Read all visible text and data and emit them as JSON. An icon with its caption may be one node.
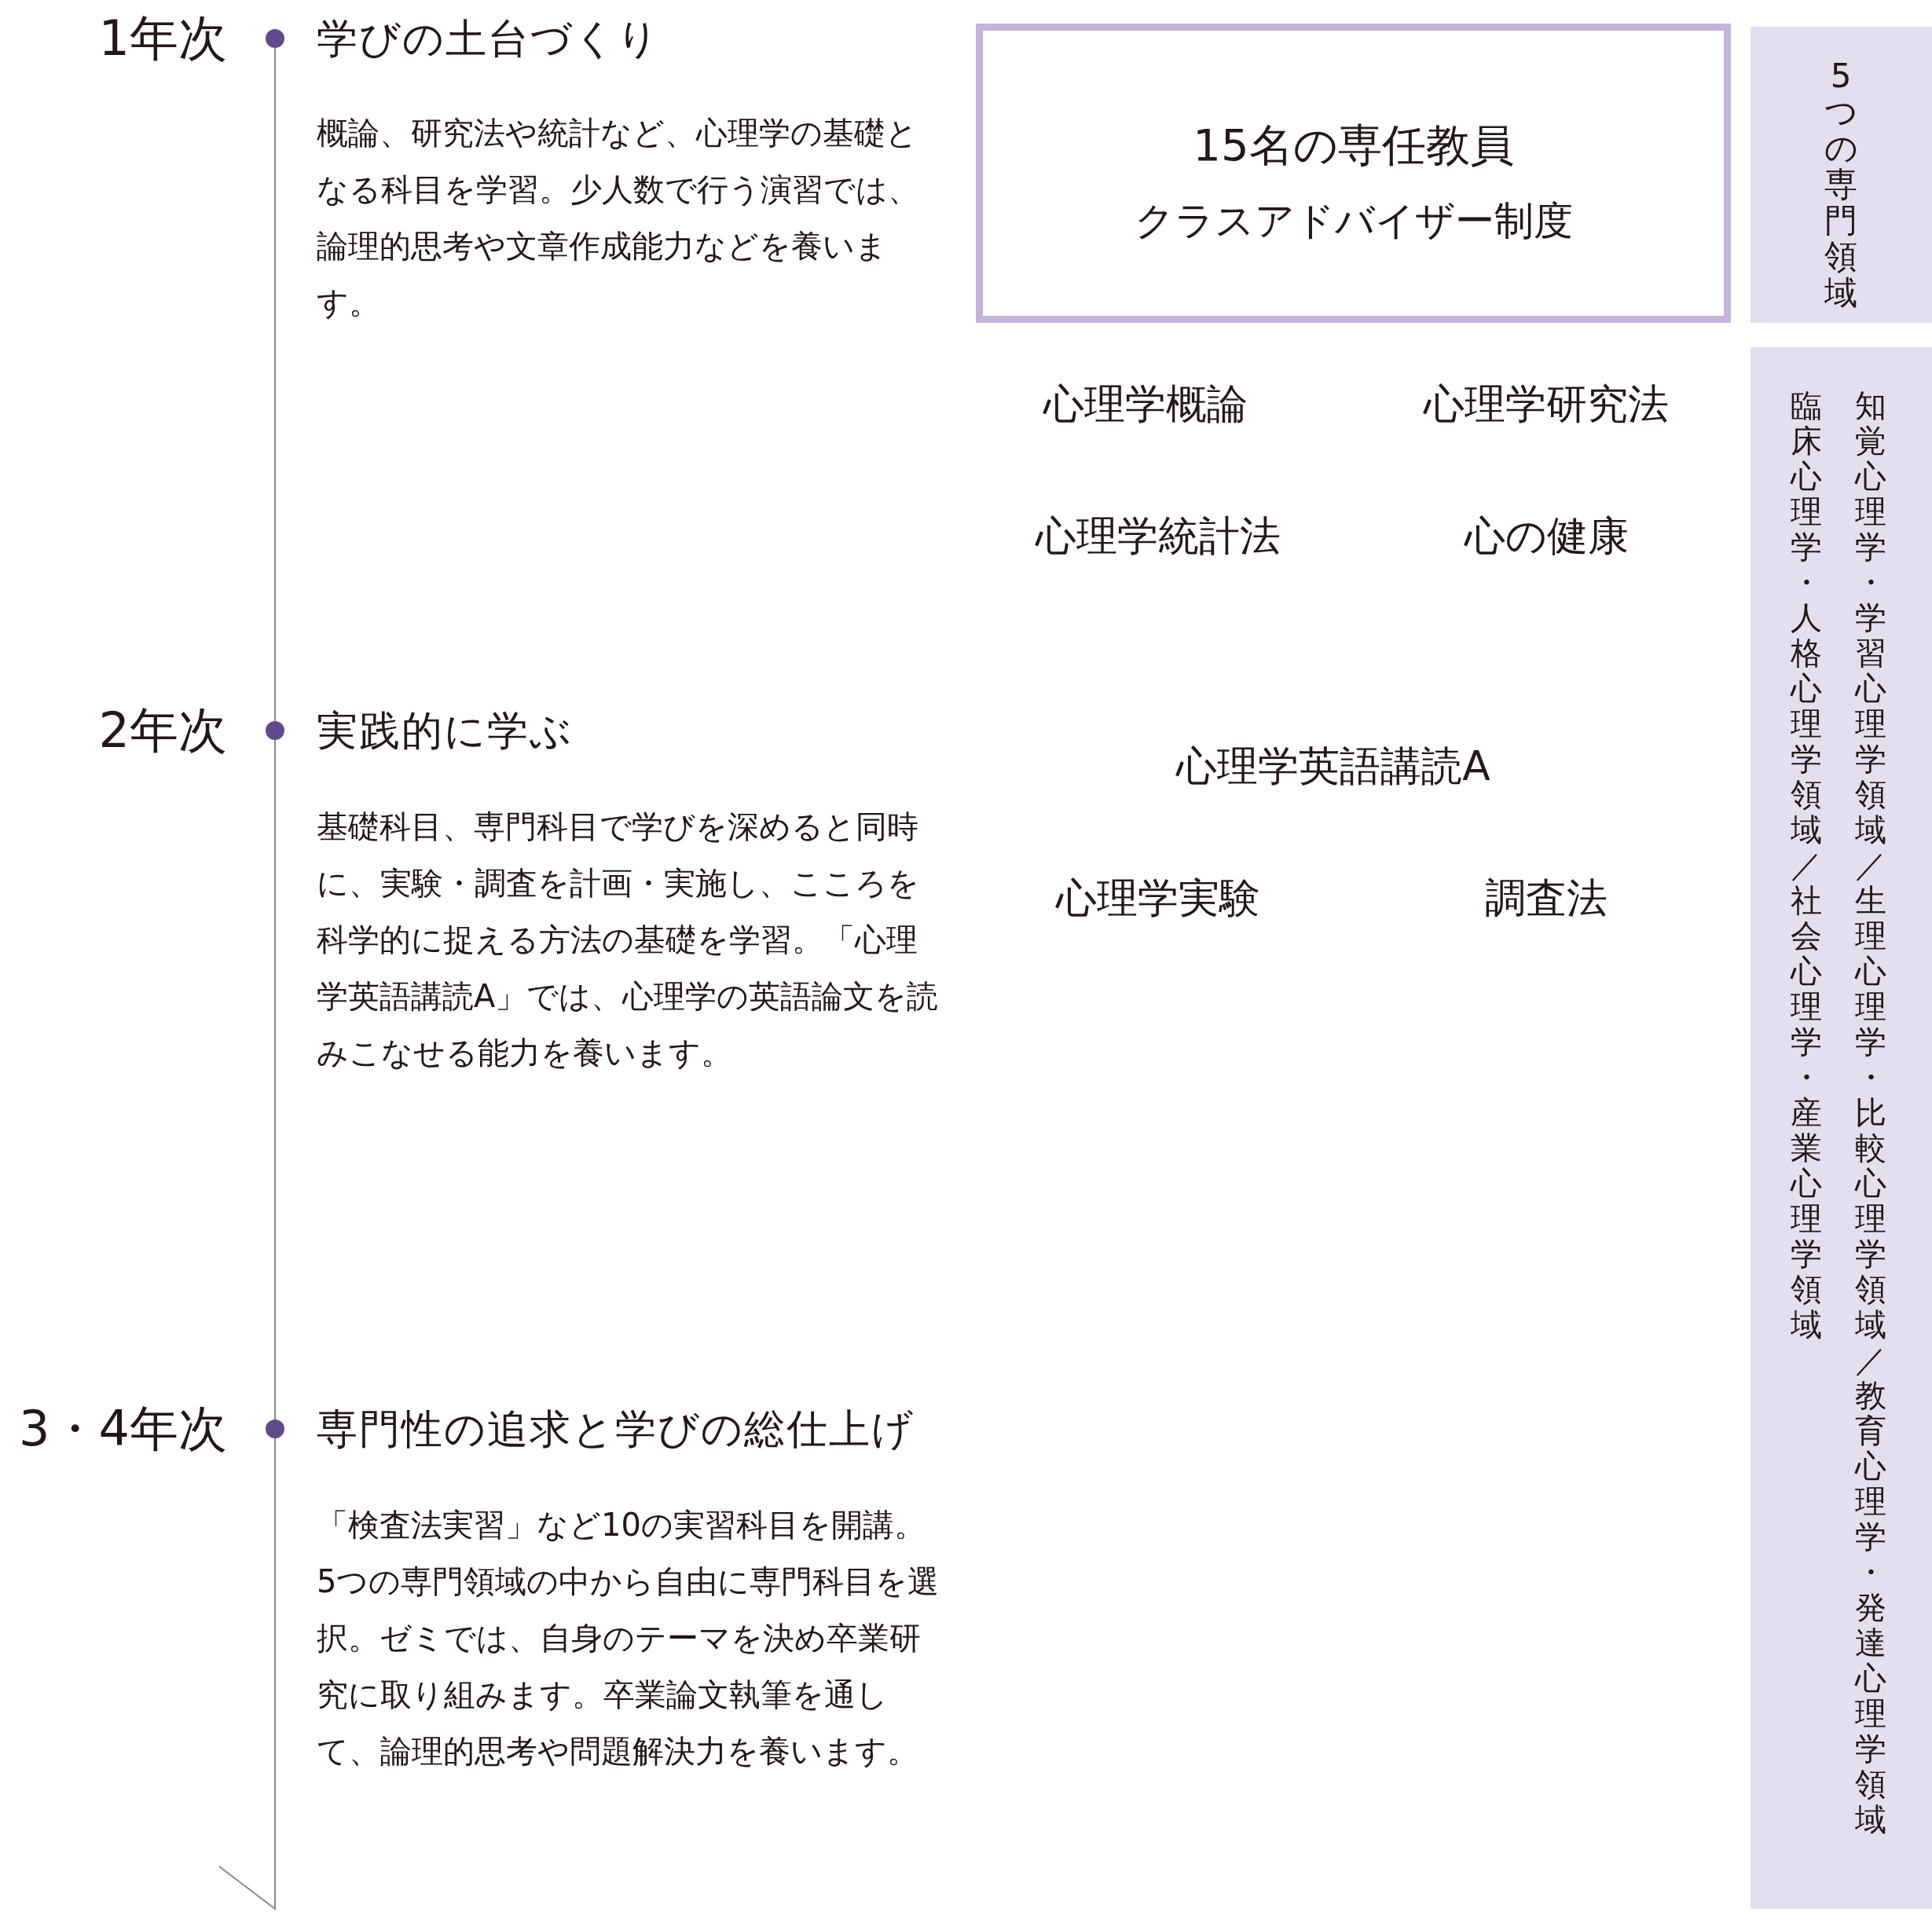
{
  "diagram": {
    "nodes": [
      {
        "text": [
          "15名の専任教員",
          "クラスアドバイザー制度"
        ]
      },
      {
        "text": [
          "5つの専門領域"
        ]
      },
      {
        "text": [
          "臨床心理学・人格心理学領域／社会心理学・産業心理学領域",
          "知覚心理学・学習心理学領域／生理心理学・比較心理学領域／教育心理学・発達心理学領域"
        ]
      }
    ],
    "labels": [
      "1年次",
      "学びの土台づくり",
      "概論、研究法や統計など、心理学の基礎となる科目を学習。少人数で行う演習では、論理的思考や文章作成能力などを養います。",
      "心理学概論",
      "心理学研究法",
      "心理学統計法",
      "心の健康",
      "2年次",
      "実践的に学ぶ",
      "基礎科目、専門科目で学びを深めると同時に、実験・調査を計画・実施し、こころを科学的に捉える方法の基礎を学習。「心理学英語講読A」では、心理学の英語論文を読みこなせる能力を養います。",
      "心理学英語講読A",
      "心理学実験",
      "調査法",
      "3・4年次",
      "専門性の追求と学びの総仕上げ",
      "「検査法実習」など10の実習科目を開講。5つの専門領域の中から自由に専門科目を選択。ゼミでは、自身のテーマを決め卒業研究に取り組みます。卒業論文執筆を通して、論理的思考や問題解決力を養います。"
    ]
  }
}
